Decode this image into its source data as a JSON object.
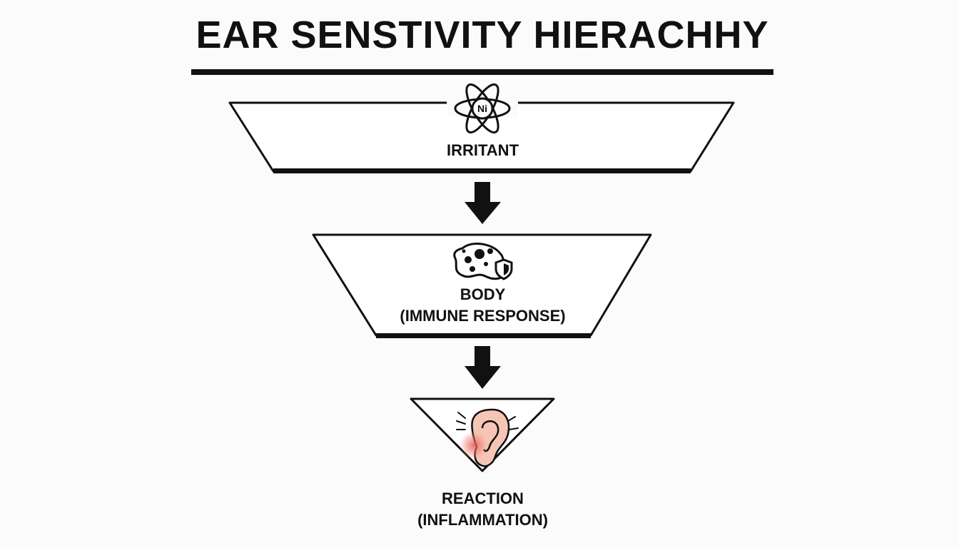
{
  "title": "EAR SENSTIVITY HIERACHHY",
  "colors": {
    "stroke": "#111111",
    "background": "#fbfbfb",
    "inflammation": "#e8574f",
    "ear_fill": "#f6c5b5"
  },
  "levels": [
    {
      "label": "IRRITANT",
      "sublabel": "",
      "icon": "nickel-atom-icon",
      "icon_text": "Ni"
    },
    {
      "label": "BODY",
      "sublabel": "(IMMUNE RESPONSE)",
      "icon": "immune-cell-shield-icon"
    },
    {
      "label": "REACTION",
      "sublabel": "(INFLAMMATION)",
      "icon": "inflamed-ear-icon"
    }
  ],
  "connectors": [
    "down-arrow",
    "down-arrow"
  ]
}
